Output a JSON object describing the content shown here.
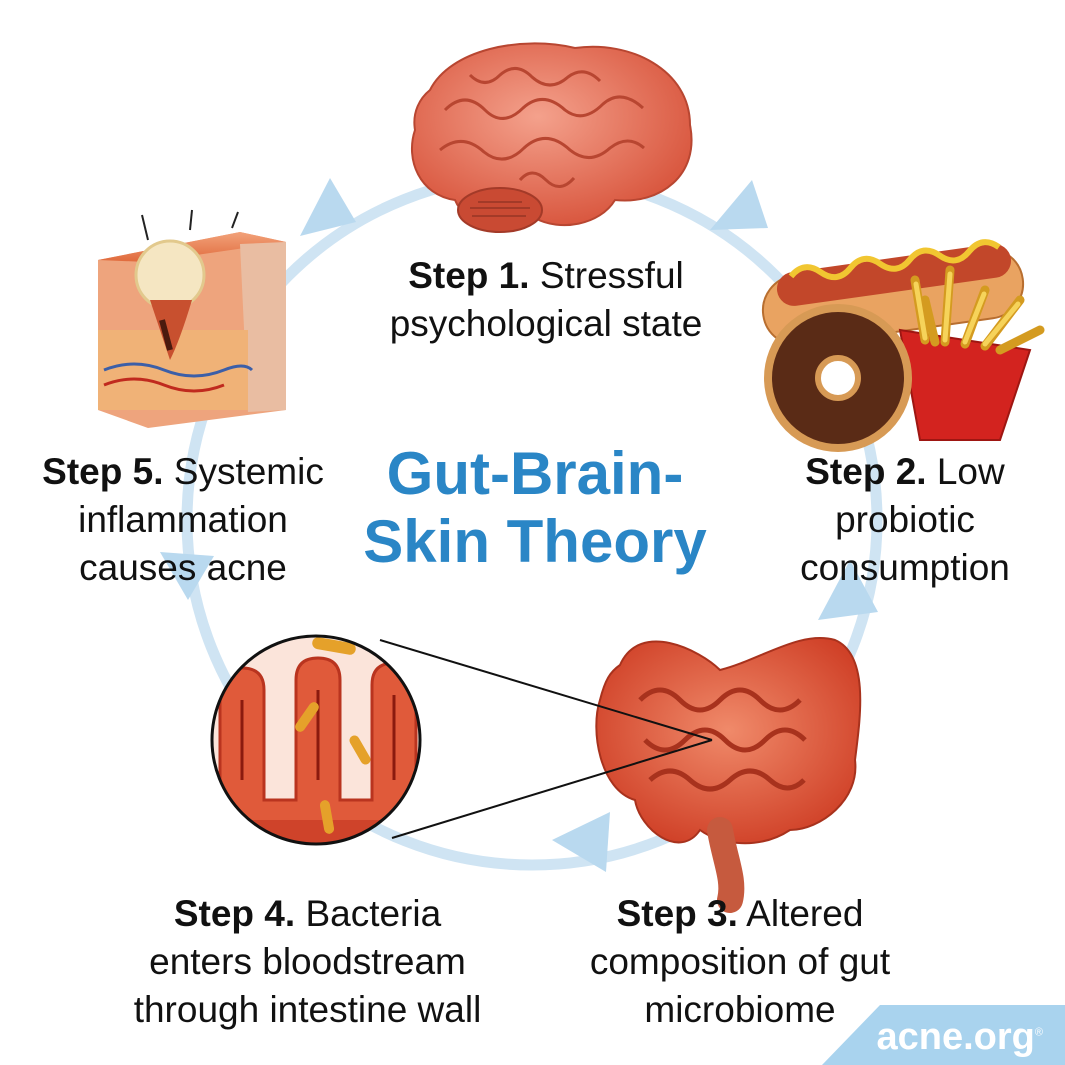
{
  "title_lines": [
    "Gut-Brain-",
    "Skin Theory"
  ],
  "steps": [
    {
      "num": "Step 1.",
      "lines": [
        "Stressful",
        "psychological state"
      ]
    },
    {
      "num": "Step 2.",
      "lines": [
        "Low",
        "probiotic",
        "consumption"
      ]
    },
    {
      "num": "Step 3.",
      "lines": [
        "Altered",
        "composition of gut",
        "microbiome"
      ]
    },
    {
      "num": "Step 4.",
      "lines": [
        "Bacteria",
        "enters bloodstream",
        "through intestine wall"
      ]
    },
    {
      "num": "Step 5.",
      "lines": [
        "Systemic",
        "inflammation",
        "causes acne"
      ]
    }
  ],
  "logo": {
    "text": "acne.org",
    "mark": "®"
  },
  "colors": {
    "title": "#2a86c6",
    "cycle": "#c9e1f1",
    "logo_bg": "#a9d3ee",
    "tissue": "#e0472f"
  },
  "icons": [
    "brain-icon",
    "junk-food-icon",
    "intestine-icon",
    "villi-magnifier-icon",
    "skin-cross-section-icon"
  ]
}
